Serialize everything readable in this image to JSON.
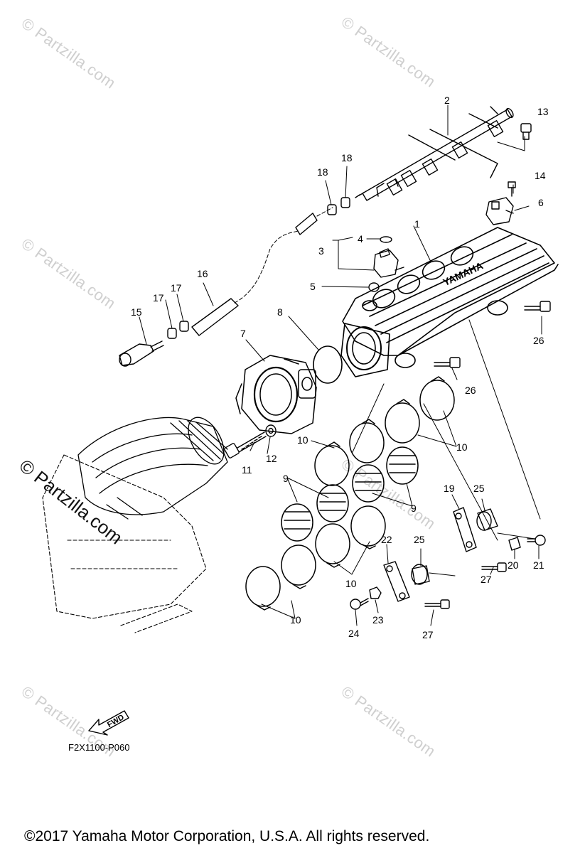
{
  "watermark": {
    "text": "© Partzilla.com"
  },
  "figure_code": "F2X1100-P060",
  "copyright": "©2017  Yamaha Motor Corporation, U.S.A. All rights reserved.",
  "fwd_label": "FWD",
  "manifold_brand": "YAMAHA",
  "callouts": {
    "c1": "1",
    "c2": "2",
    "c3": "3",
    "c4": "4",
    "c5": "5",
    "c6": "6",
    "c7": "7",
    "c8": "8",
    "c9a": "9",
    "c9b": "9",
    "c10a": "10",
    "c10b": "10",
    "c10c": "10",
    "c10d": "10",
    "c11": "11",
    "c12": "12",
    "c13": "13",
    "c14": "14",
    "c15": "15",
    "c16": "16",
    "c17a": "17",
    "c17b": "17",
    "c18a": "18",
    "c18b": "18",
    "c19": "19",
    "c20": "20",
    "c21": "21",
    "c22": "22",
    "c23": "23",
    "c24": "24",
    "c25a": "25",
    "c25b": "25",
    "c26a": "26",
    "c26b": "26",
    "c27a": "27",
    "c27b": "27"
  }
}
